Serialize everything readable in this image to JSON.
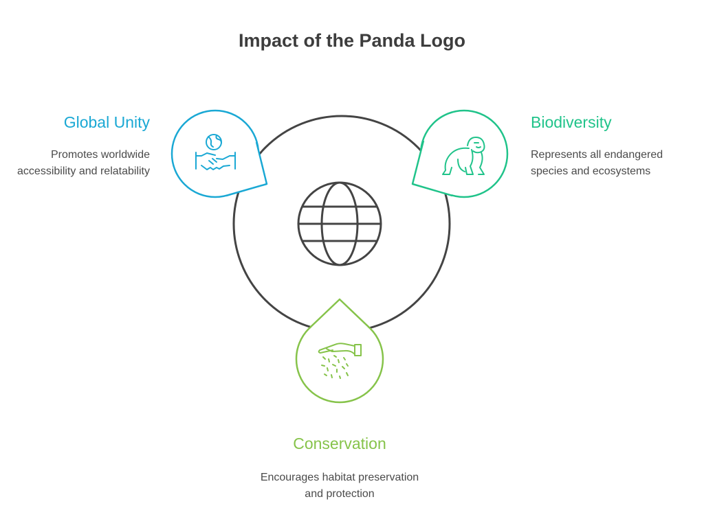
{
  "title": "Impact of the Panda Logo",
  "center": {
    "icon": "globe-icon",
    "color": "#444444"
  },
  "items": [
    {
      "key": "global_unity",
      "title": "Global Unity",
      "description": "Promotes worldwide accessibility and relatability",
      "icon": "handshake-globe-icon",
      "color": "#1aa8d4"
    },
    {
      "key": "biodiversity",
      "title": "Biodiversity",
      "description": "Represents all endangered species and ecosystems",
      "icon": "gorilla-icon",
      "color": "#20c38a"
    },
    {
      "key": "conservation",
      "title": "Conservation",
      "description": "Encourages habitat preservation and protection",
      "icon": "hand-sowing-seeds-icon",
      "color": "#86c34a"
    }
  ]
}
